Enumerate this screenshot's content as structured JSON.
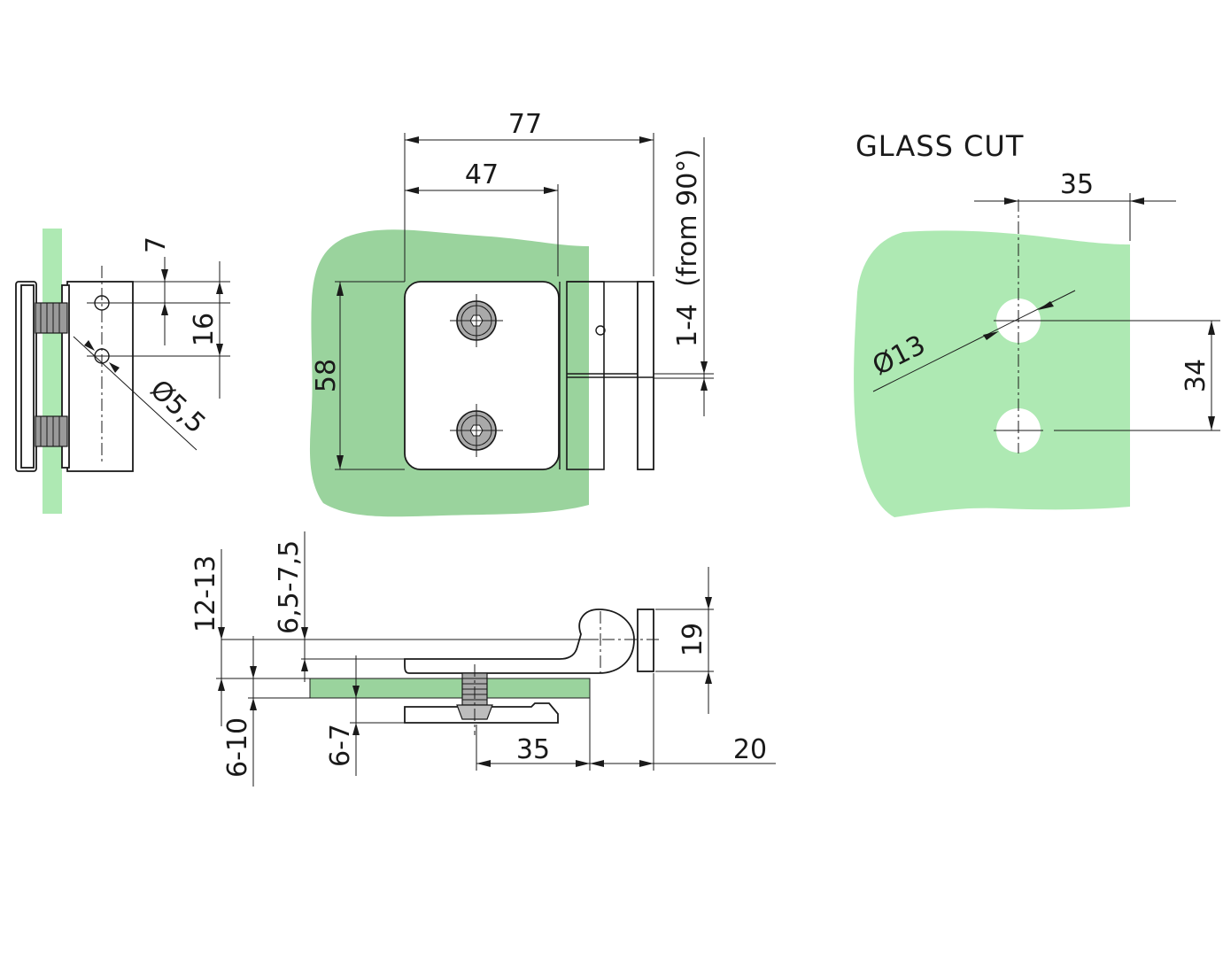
{
  "colors": {
    "glass_dark": "#9ad39d",
    "glass_light": "#aee9b3",
    "line": "#1a1a1a",
    "screw_head": "#a9a9a9"
  },
  "side_view": {
    "dim_7": "7",
    "dim_16": "16",
    "dim_hole": "Ø5,5"
  },
  "front_view": {
    "dim_77": "77",
    "dim_47": "47",
    "dim_58": "58",
    "dim_adjust": "1-4  (from 90°)"
  },
  "glass_cut": {
    "title": "GLASS CUT",
    "dim_35": "35",
    "dim_34": "34",
    "dim_hole": "Ø13"
  },
  "top_view": {
    "dim_12_13": "12-13",
    "dim_6_5_7_5": "6,5-7,5",
    "dim_19": "19",
    "dim_6_10": "6-10",
    "dim_6_7": "6-7",
    "dim_35": "35",
    "dim_20": "20"
  }
}
